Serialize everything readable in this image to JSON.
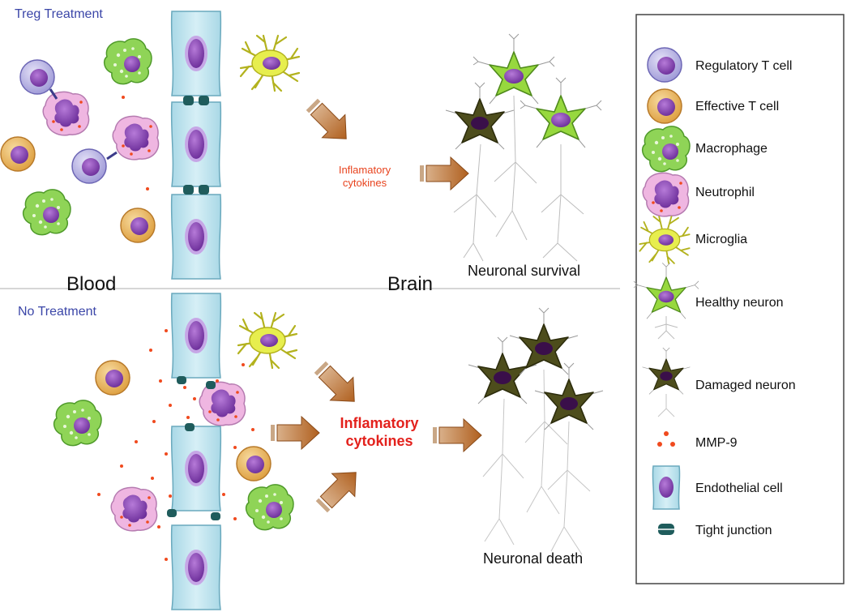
{
  "sections": {
    "top_title": "Treg Treatment",
    "bottom_title": "No Treatment"
  },
  "regions": {
    "left": "Blood",
    "right": "Brain"
  },
  "cytokines": {
    "top": [
      "Inflamatory",
      "cytokines"
    ],
    "bottom": [
      "Inflamatory",
      "cytokines"
    ]
  },
  "outcomes": {
    "top": "Neuronal survival",
    "bottom": "Neuronal death"
  },
  "legend": {
    "items": [
      {
        "label": "Regulatory T cell",
        "icon": "regulatory-t-cell-icon"
      },
      {
        "label": "Effective T cell",
        "icon": "effective-t-cell-icon"
      },
      {
        "label": "Macrophage",
        "icon": "macrophage-icon"
      },
      {
        "label": "Neutrophil",
        "icon": "neutrophil-icon"
      },
      {
        "label": "Microglia",
        "icon": "microglia-icon"
      },
      {
        "label": "Healthy neuron",
        "icon": "healthy-neuron-icon"
      },
      {
        "label": "Damaged neuron",
        "icon": "damaged-neuron-icon"
      },
      {
        "label": "MMP-9",
        "icon": "mmp9-dots-icon"
      },
      {
        "label": "Endothelial cell",
        "icon": "endothelial-cell-icon"
      },
      {
        "label": "Tight junction",
        "icon": "tight-junction-icon"
      }
    ]
  },
  "colors": {
    "section_title": "#3b46a8",
    "cytokine_text": "#e3211c",
    "treg": "#b9b4e3",
    "effector": "#e8b45a",
    "macrophage": "#7cc84a",
    "neutrophil": "#e6a9d8",
    "microglia": "#e3ea45",
    "healthy_neuron": "#8ed43a",
    "damaged_neuron": "#4a4a1e",
    "endothelial": "#bfe3ec",
    "junction": "#1f5c5c",
    "mmp9": "#f04a1e",
    "arrow": "#b86a2c"
  }
}
